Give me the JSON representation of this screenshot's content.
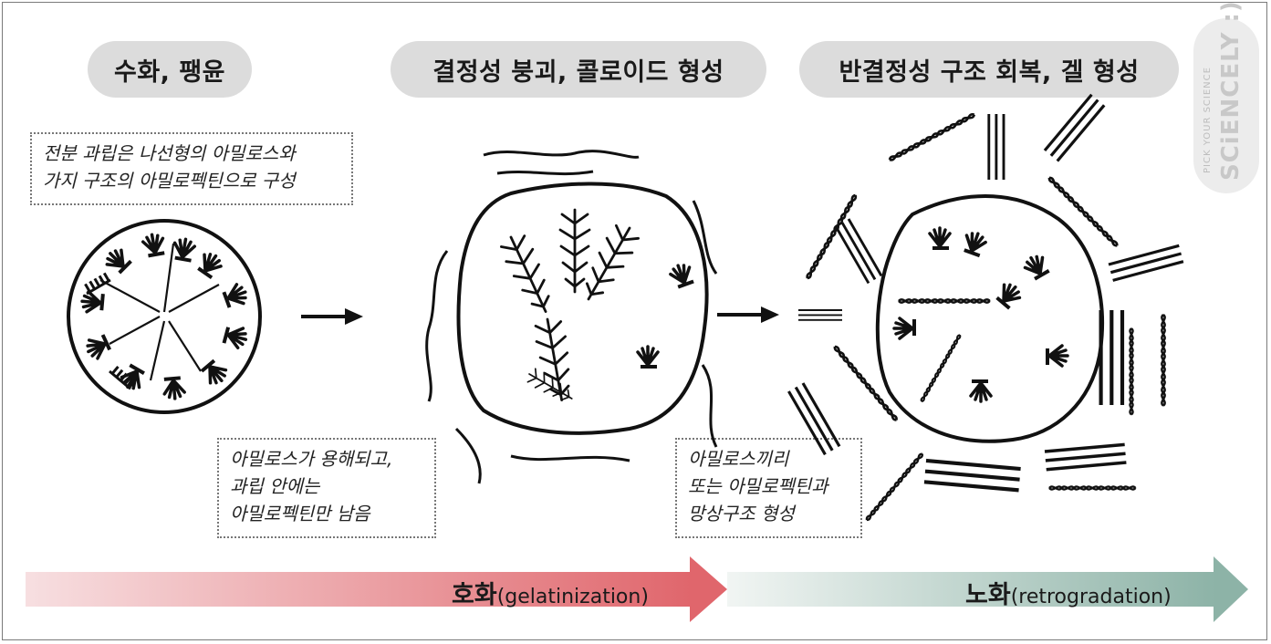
{
  "stages": [
    {
      "title": "수화, 팽윤"
    },
    {
      "title": "결정성 붕괴, 콜로이드 형성"
    },
    {
      "title": "반결정성 구조 회복, 겔 형성"
    }
  ],
  "notes": {
    "granule": [
      "전분 과립은 나선형의 아밀로스와",
      "가지 구조의 아밀로펙틴으로 구성"
    ],
    "dissolve": [
      "아밀로스가 용해되고,",
      "과립 안에는",
      "아밀로펙틴만 남음"
    ],
    "network": [
      "아밀로스끼리",
      "또는 아밀로펙틴과",
      "망상구조 형성"
    ]
  },
  "processes": {
    "gelatinization": {
      "ko": "호화",
      "en": "(gelatinization)",
      "color": "#e06a6f"
    },
    "retrogradation": {
      "ko": "노화",
      "en": "(retrogradation)",
      "color": "#8fb3a8"
    }
  },
  "logo": {
    "small": "PICK YOUR SCIENCE",
    "big": "SCiENCELY",
    "mark": ":)"
  }
}
